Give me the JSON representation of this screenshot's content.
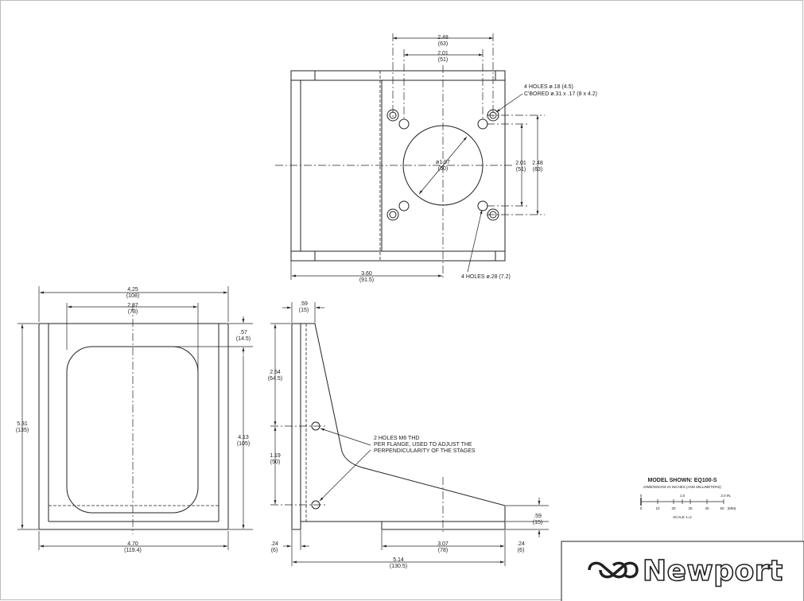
{
  "top_view": {
    "dims": {
      "w248_in": "2.48",
      "w248_mm": "(63)",
      "w201_in": "2.01",
      "w201_mm": "(51)",
      "h201_in": "2.01",
      "h201_mm": "(51)",
      "h248_in": "2.48",
      "h248_mm": "(63)",
      "dia_in": "ø1.97",
      "dia_mm": "(50)",
      "w360_in": "3.60",
      "w360_mm": "(91.5)"
    },
    "notes": {
      "cbore_line1": "4 HOLES ø.18 (4.5)",
      "cbore_line2": "C'BORED ø.31 x .17 (8 x 4.2)",
      "holes28": "4 HOLES ø.28 (7.2)"
    }
  },
  "front_view": {
    "dims": {
      "w425_in": "4.25",
      "w425_mm": "(108)",
      "w287_in": "2.87",
      "w287_mm": "(73)",
      "h531_in": "5.31",
      "h531_mm": "(135)",
      "h57_in": ".57",
      "h57_mm": "(14.5)",
      "h413_in": "4.13",
      "h413_mm": "(105)",
      "w470_in": "4.70",
      "w470_mm": "(119.4)"
    }
  },
  "side_view": {
    "dims": {
      "w59_in": ".59",
      "w59_mm": "(15)",
      "h254_in": "2.54",
      "h254_mm": "(64.5)",
      "h119_in": "1.19",
      "h119_mm": "(50)",
      "h59_in": ".59",
      "h59_mm": "(15)",
      "h24_in": ".24",
      "h24_mm": "(6)",
      "w24_in": ".24",
      "w24_mm": "(6)",
      "w307_in": "3.07",
      "w307_mm": "(78)",
      "w514_in": "5.14",
      "w514_mm": "(130.5)"
    },
    "notes": {
      "m6_line1": "2 HOLES M6 THD",
      "m6_line2": "PER FLANGE, USED TO ADJUST THE",
      "m6_line3": "PERPENDICULARITY OF THE STAGES"
    }
  },
  "legend": {
    "model": "MODEL SHOWN: EQ100-S",
    "units": "DIMENSIONS IN INCHES (AND MILLIMETERS)",
    "in_ticks": [
      "0",
      "1.0",
      "2.0 IN."
    ],
    "mm_ticks": [
      "0",
      "10",
      "20",
      "30",
      "40",
      "50",
      "(MM)"
    ],
    "scale": "SCALE 1=2"
  },
  "brand": {
    "name": "Newport"
  }
}
